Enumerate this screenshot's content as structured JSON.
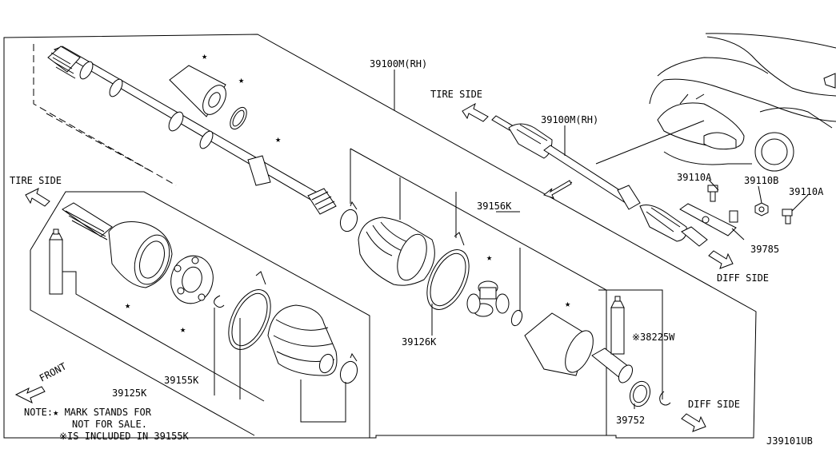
{
  "labels": {
    "p39100m_a": "39100M(RH)",
    "p39100m_b": "39100M(RH)",
    "tire_side_top": "TIRE SIDE",
    "tire_side_left": "TIRE SIDE",
    "diff_side_right": "DIFF SIDE",
    "diff_side_bottom": "DIFF SIDE",
    "p39110a_a": "39110A",
    "p39110b": "39110B",
    "p39110a_b": "39110A",
    "p39785": "39785",
    "p39156k": "39156K",
    "p39126k": "39126K",
    "p38225w": "※38225W",
    "p39752": "39752",
    "p39155k": "39155K",
    "p39125k": "39125K",
    "front": "FRONT",
    "note_line1": "NOTE:★ MARK STANDS FOR",
    "note_line2": "NOT FOR SALE.",
    "note_line3": "※IS INCLUDED IN  39155K",
    "diagram_code": "J39101UB"
  },
  "star_glyph": "★"
}
